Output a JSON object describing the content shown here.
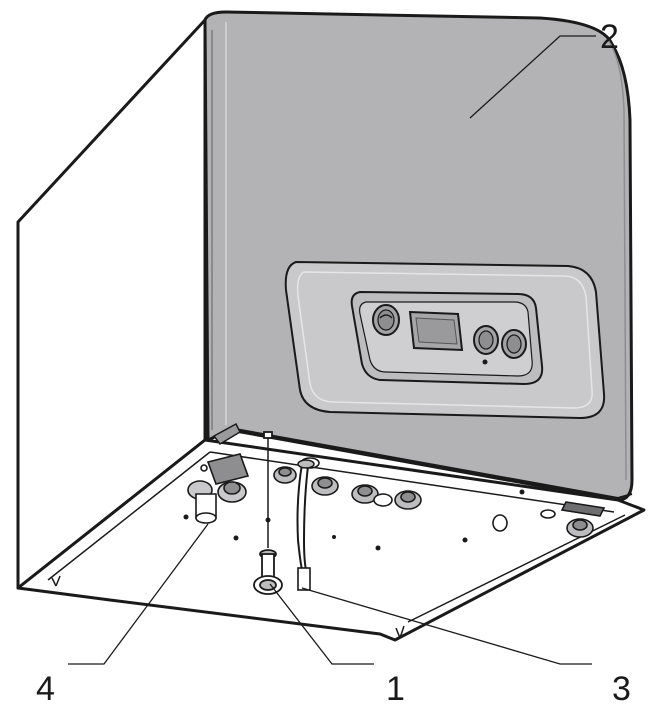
{
  "callouts": [
    {
      "id": "c1",
      "label": "1"
    },
    {
      "id": "c2",
      "label": "2"
    },
    {
      "id": "c3",
      "label": "3"
    },
    {
      "id": "c4",
      "label": "4"
    }
  ],
  "colors": {
    "front_panel": "#b3b3b5",
    "side_panel": "#ffffff",
    "bottom_panel": "#ffffff",
    "outline": "#1a1a1a",
    "control_panel": "#c9c9cb",
    "display": "#a6a6a8"
  }
}
